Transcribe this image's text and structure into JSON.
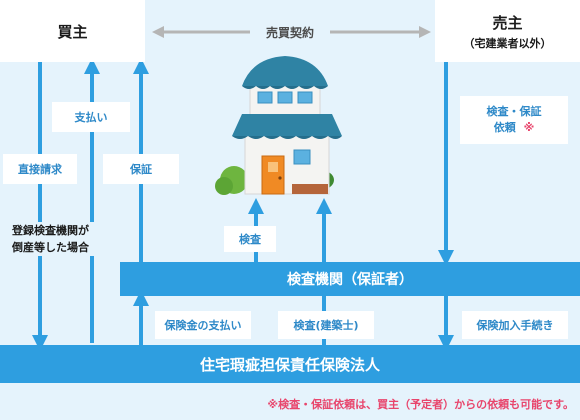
{
  "buyer": {
    "label": "買主"
  },
  "seller": {
    "label": "売主",
    "sub": "（宅建業者以外）"
  },
  "contract": {
    "label": "売買契約"
  },
  "labels": {
    "payment": "支払い",
    "direct_claim": "直接請求",
    "guarantee": "保証",
    "inspection_request_line1": "検査・保証",
    "inspection_request_line2": "依頼",
    "request_mark": "※",
    "inspection": "検査",
    "insurance_payment": "保険金の支払い",
    "inspection_architect": "検査(建築士)",
    "insurance_procedure": "保険加入手続き"
  },
  "note": {
    "line1": "登録検査機関が",
    "line2": "倒産等した場合"
  },
  "inspection_org": {
    "label": "検査機関（保証者）"
  },
  "insurance_corp": {
    "label": "住宅瑕疵担保責任保険法人"
  },
  "footnote": "※検査・保証依頼は、買主（予定者）からの依頼も可能です。",
  "colors": {
    "background": "#e5f3fc",
    "arrow": "#2e9ee0",
    "bar": "#2e9ee0",
    "contract_arrow": "#b5b5b5",
    "label_text": "#2e89c8",
    "footnote": "#e8456c"
  },
  "icons": {
    "house": "house-illustration"
  }
}
